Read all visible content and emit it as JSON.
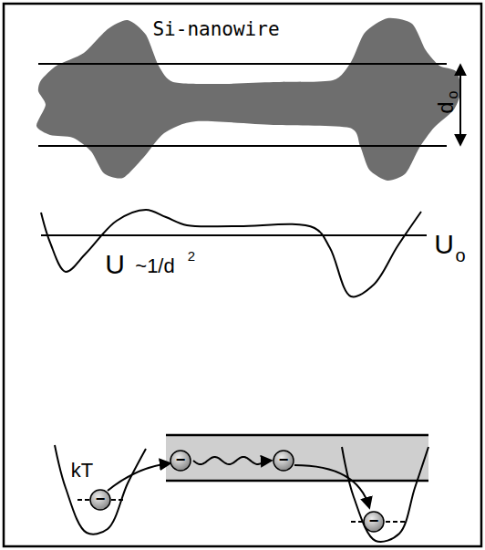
{
  "diagram": {
    "labels": [
      "Si-nanowire",
      "d",
      "o",
      "U",
      "o",
      "U",
      "~1/d",
      "2",
      "kT",
      "−",
      "−",
      "−",
      "−"
    ]
  }
}
